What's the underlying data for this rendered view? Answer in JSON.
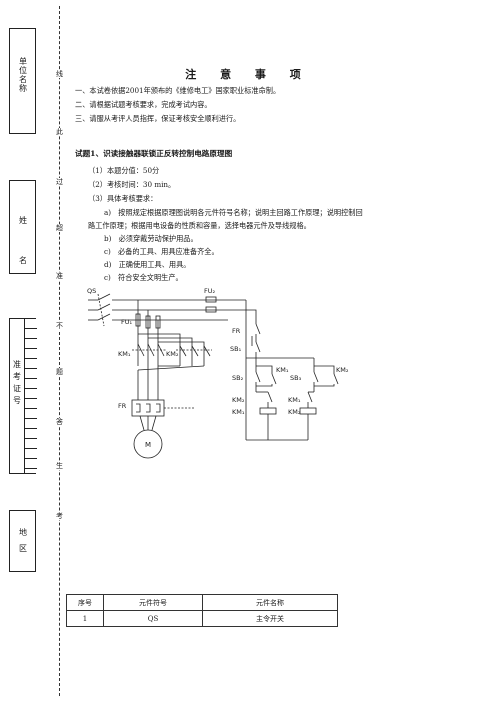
{
  "side": {
    "unit_label": "单位名称",
    "name_label": "姓名",
    "id_label": "准考证号",
    "region_label": "地区",
    "seal_chars": [
      "线",
      "此",
      "过",
      "超",
      "准",
      "不",
      "题",
      "答",
      "生",
      "考"
    ]
  },
  "header": {
    "title": "注 意 事 项"
  },
  "notes": [
    "一、本试卷依据2001年颁布的《维修电工》国家职业标准命制。",
    "二、请根据试题考核要求，完成考试内容。",
    "三、请服从考评人员指挥，保证考核安全顺利进行。"
  ],
  "question": {
    "title": "试题1、识读接触器联锁正反转控制电路原理图",
    "score": "（1）本题分值：50分",
    "time": "（2）考核时间：30 min。",
    "req_heading": "（3）具体考核要求：",
    "req_a_1": "a)　按照规定根据原理图说明各元件符号名称；说明主回路工作原理；说明控制回",
    "req_a_2": "路工作原理；根据用电设备的性质和容量，选择电器元件及导线规格。",
    "req_b": "b)　必须穿戴劳动保护用品。",
    "req_c1": "c)　必备的工具、用具应准备齐全。",
    "req_d": "d)　正确使用工具、用具。",
    "req_c2": "c)　符合安全文明生产。"
  },
  "diagram": {
    "qs": "QS",
    "fu1": "FU₁",
    "fu2": "FU₂",
    "km1": "KM₁",
    "km2": "KM₂",
    "fr": "FR",
    "sb1": "SB₁",
    "sb2": "SB₂",
    "sb3": "SB₃",
    "motor": "M"
  },
  "table": {
    "headers": [
      "序号",
      "元件符号",
      "元件名称"
    ],
    "rows": [
      [
        "1",
        "QS",
        "主令开关"
      ]
    ]
  }
}
